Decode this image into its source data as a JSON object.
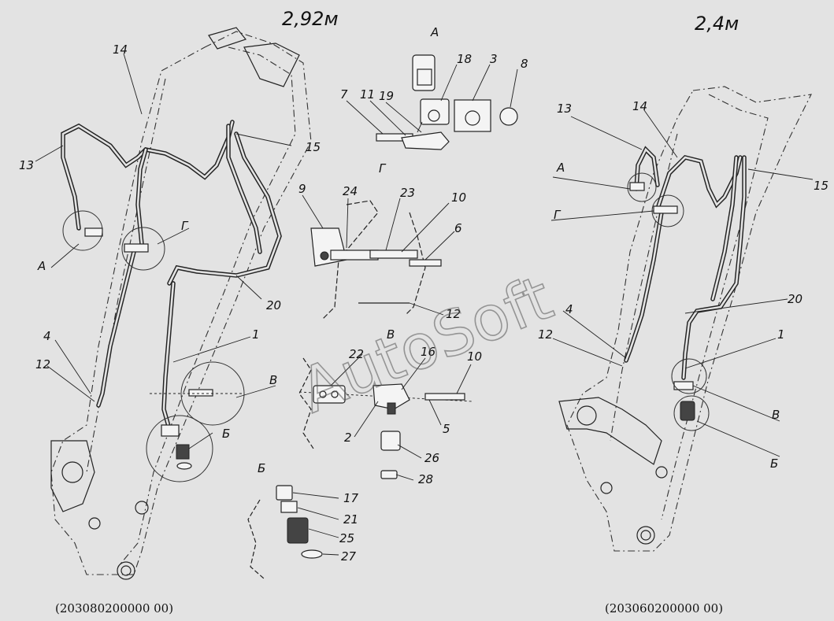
{
  "titles": {
    "left": "2,92м",
    "right": "2,4м"
  },
  "captions": {
    "left": "(203080200000 00)",
    "right": "(203060200000 00)"
  },
  "watermark": "AutoSoft",
  "section_labels": {
    "a": "А",
    "g": "Г",
    "v": "В",
    "b": "Б"
  },
  "left_labels": {
    "n14": "14",
    "n13": "13",
    "n15": "15",
    "a": "А",
    "g": "Г",
    "n20": "20",
    "n1": "1",
    "n4": "4",
    "n12": "12",
    "v": "В",
    "b": "Б"
  },
  "detail_a_labels": {
    "n18": "18",
    "n3": "3",
    "n8": "8",
    "n7": "7",
    "n11": "11",
    "n19": "19"
  },
  "detail_g_labels": {
    "n9": "9",
    "n24": "24",
    "n23": "23",
    "n10": "10",
    "n6": "6",
    "n12": "12"
  },
  "detail_v_labels": {
    "n22": "22",
    "n16": "16",
    "n10": "10",
    "n2": "2",
    "n5": "5",
    "n26": "26",
    "n28": "28"
  },
  "detail_b_labels": {
    "n17": "17",
    "n21": "21",
    "n25": "25",
    "n27": "27"
  },
  "right_labels": {
    "n13": "13",
    "n14": "14",
    "a": "А",
    "g": "Г",
    "n15": "15",
    "n20": "20",
    "n4": "4",
    "n12": "12",
    "n1": "1",
    "v": "В",
    "b": "Б"
  }
}
